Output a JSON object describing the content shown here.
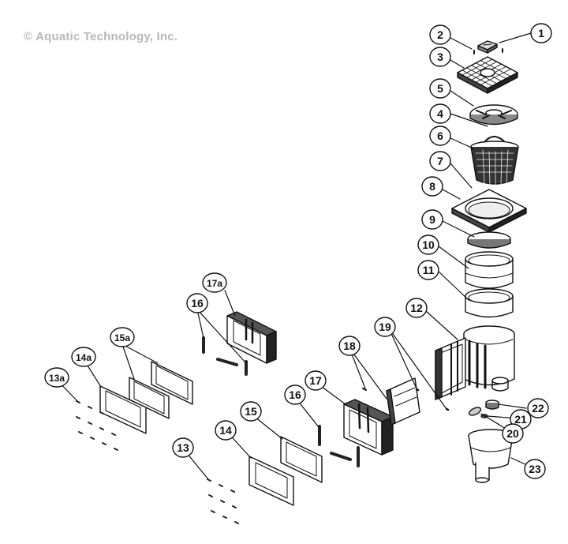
{
  "copyright": "© Aquatic Technology, Inc.",
  "callouts": [
    {
      "id": "1",
      "label": "1"
    },
    {
      "id": "2",
      "label": "2"
    },
    {
      "id": "3",
      "label": "3"
    },
    {
      "id": "5",
      "label": "5"
    },
    {
      "id": "4",
      "label": "4"
    },
    {
      "id": "6",
      "label": "6"
    },
    {
      "id": "7",
      "label": "7"
    },
    {
      "id": "8",
      "label": "8"
    },
    {
      "id": "9",
      "label": "9"
    },
    {
      "id": "10",
      "label": "10"
    },
    {
      "id": "11",
      "label": "11"
    },
    {
      "id": "12",
      "label": "12"
    },
    {
      "id": "17a",
      "label": "17a"
    },
    {
      "id": "16a",
      "label": "16"
    },
    {
      "id": "19",
      "label": "19"
    },
    {
      "id": "18",
      "label": "18"
    },
    {
      "id": "15a",
      "label": "15a"
    },
    {
      "id": "14a",
      "label": "14a"
    },
    {
      "id": "13a",
      "label": "13a"
    },
    {
      "id": "17",
      "label": "17"
    },
    {
      "id": "16b",
      "label": "16"
    },
    {
      "id": "22",
      "label": "22"
    },
    {
      "id": "21",
      "label": "21"
    },
    {
      "id": "20",
      "label": "20"
    },
    {
      "id": "15",
      "label": "15"
    },
    {
      "id": "14",
      "label": "14"
    },
    {
      "id": "13",
      "label": "13"
    },
    {
      "id": "23",
      "label": "23"
    }
  ]
}
